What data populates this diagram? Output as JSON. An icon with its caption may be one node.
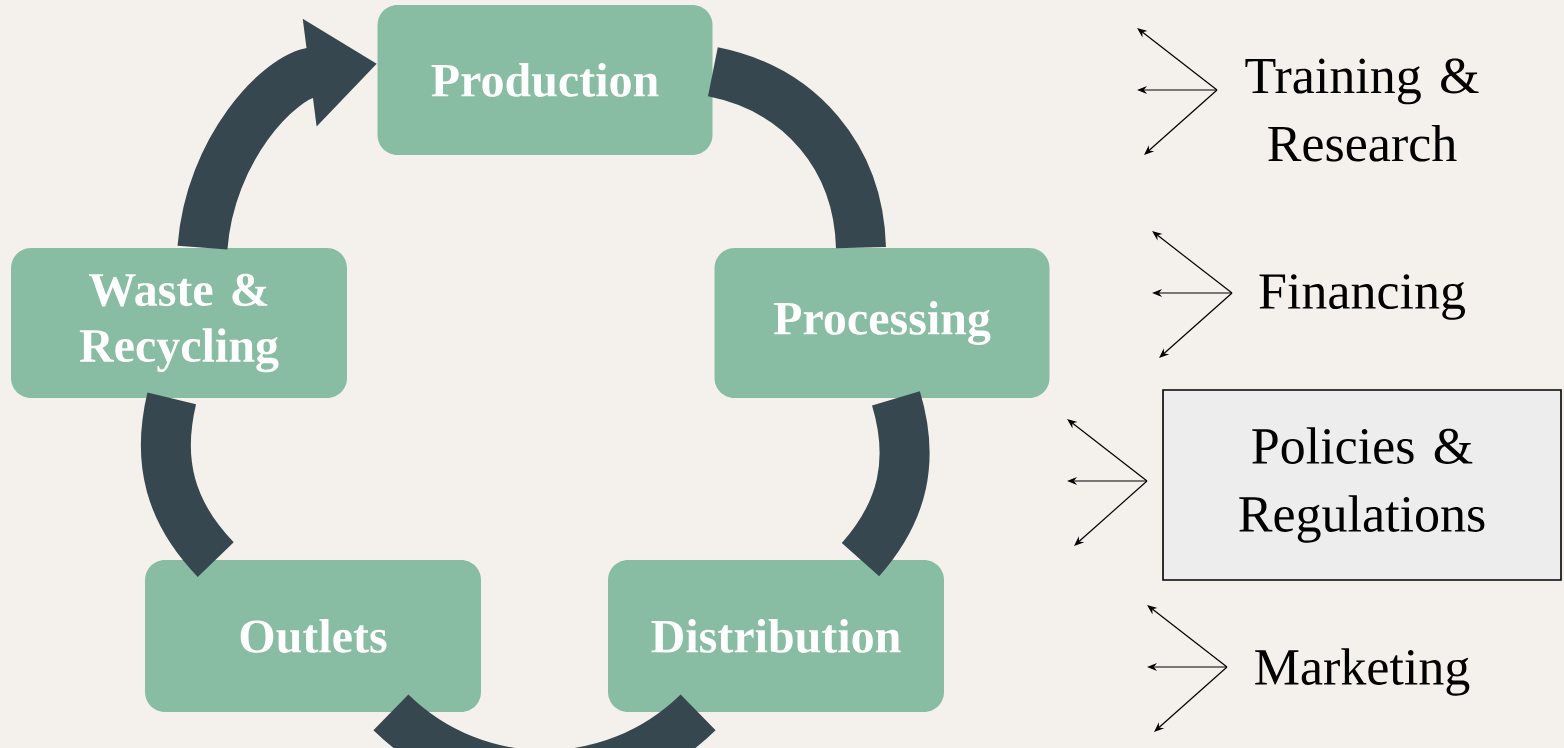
{
  "diagram": {
    "nodes": [
      {
        "text": [
          "Production"
        ]
      },
      {
        "text": [
          "Processing"
        ]
      },
      {
        "text": [
          "Distribution"
        ]
      },
      {
        "text": [
          "Outlets"
        ]
      },
      {
        "text": [
          "Waste & Recycling"
        ]
      },
      {
        "text": [
          "Training & Research"
        ]
      },
      {
        "text": [
          "Financing"
        ]
      },
      {
        "text": [
          "Policies & Regulations"
        ]
      },
      {
        "text": [
          "Marketing"
        ]
      }
    ],
    "edges": [
      {
        "from": 0,
        "to": 1,
        "arrow": "none",
        "style": "thick",
        "color": "#37474f"
      },
      {
        "from": 1,
        "to": 2,
        "arrow": "none",
        "style": "thick",
        "color": "#37474f"
      },
      {
        "from": 2,
        "to": 3,
        "arrow": "none",
        "style": "thick",
        "color": "#37474f"
      },
      {
        "from": 3,
        "to": 4,
        "arrow": "none",
        "style": "thick",
        "color": "#37474f"
      },
      {
        "from": 4,
        "to": 0,
        "arrow": "to",
        "style": "thick",
        "color": "#37474f"
      },
      {
        "from": 5,
        "to": null,
        "arrow": "to"
      },
      {
        "from": 5,
        "to": null,
        "arrow": "to"
      },
      {
        "from": 5,
        "to": null,
        "arrow": "to"
      },
      {
        "from": 6,
        "to": null,
        "arrow": "to"
      },
      {
        "from": 6,
        "to": null,
        "arrow": "to"
      },
      {
        "from": 6,
        "to": null,
        "arrow": "to"
      },
      {
        "from": 7,
        "to": null,
        "arrow": "to"
      },
      {
        "from": 7,
        "to": null,
        "arrow": "to"
      },
      {
        "from": 7,
        "to": null,
        "arrow": "to"
      },
      {
        "from": 8,
        "to": null,
        "arrow": "to"
      },
      {
        "from": 8,
        "to": null,
        "arrow": "to"
      },
      {
        "from": 8,
        "to": null,
        "arrow": "to"
      }
    ]
  }
}
